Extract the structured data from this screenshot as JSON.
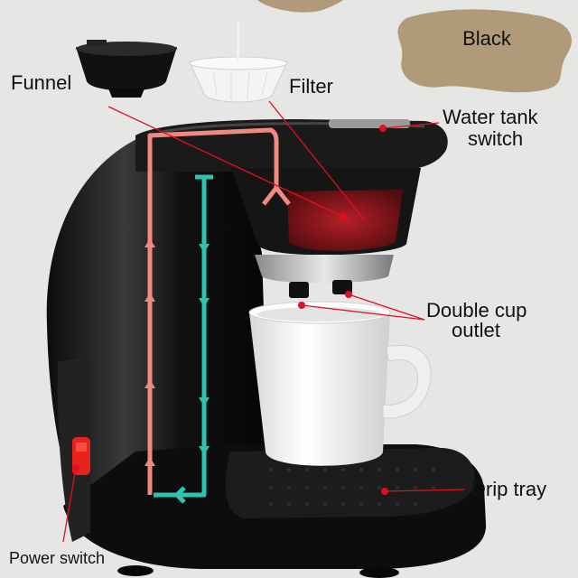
{
  "color_badge": {
    "label": "Black",
    "color": "#b09a7a"
  },
  "labels": {
    "funnel": "Funnel",
    "filter": "Filter",
    "water_tank_switch_line1": "Water tank",
    "water_tank_switch_line2": "switch",
    "double_cup_outlet_line1": "Double cup",
    "double_cup_outlet_line2": "outlet",
    "drip_tray": "Drip tray",
    "power_switch": "Power switch"
  },
  "colors": {
    "machine_body": "#141414",
    "hot_water_path": "#f08a80",
    "cold_water_path": "#2ec4b0",
    "pointer_dot": "#e0101e",
    "power_button": "#e8231e"
  }
}
